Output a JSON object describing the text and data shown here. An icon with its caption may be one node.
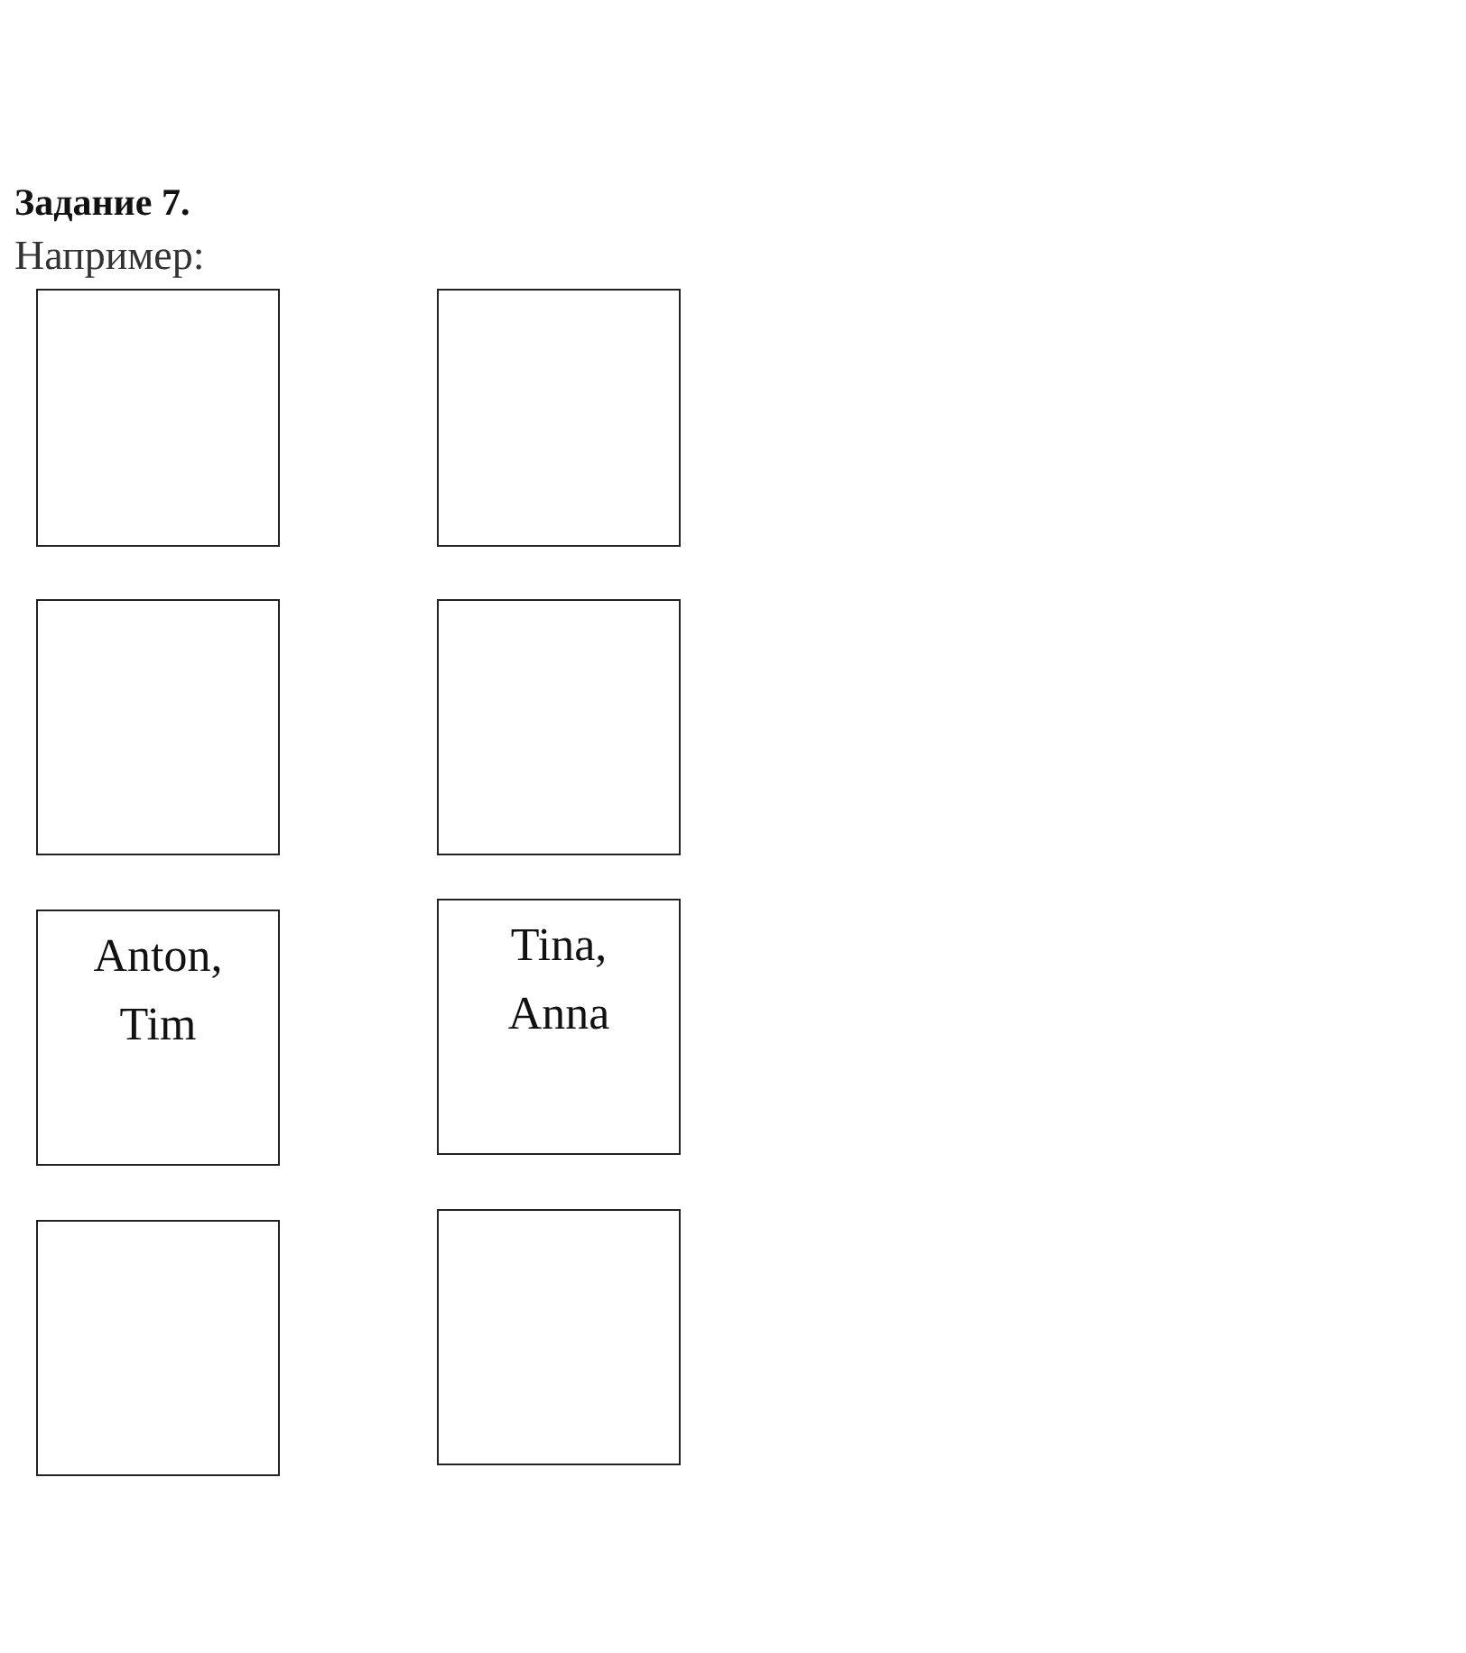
{
  "diagram": {
    "title": "Задание 7.",
    "nodes": [
      {
        "text": [],
        "shape": "box"
      },
      {
        "text": [],
        "shape": "box"
      },
      {
        "text": [],
        "shape": "box"
      },
      {
        "text": [],
        "shape": "box"
      },
      {
        "text": [
          "Anton, Tim"
        ]
      },
      {
        "text": [
          "Tina, Anna"
        ]
      },
      {
        "text": [],
        "shape": "box"
      },
      {
        "text": [],
        "shape": "box"
      }
    ],
    "labels": [
      "Например:"
    ]
  }
}
